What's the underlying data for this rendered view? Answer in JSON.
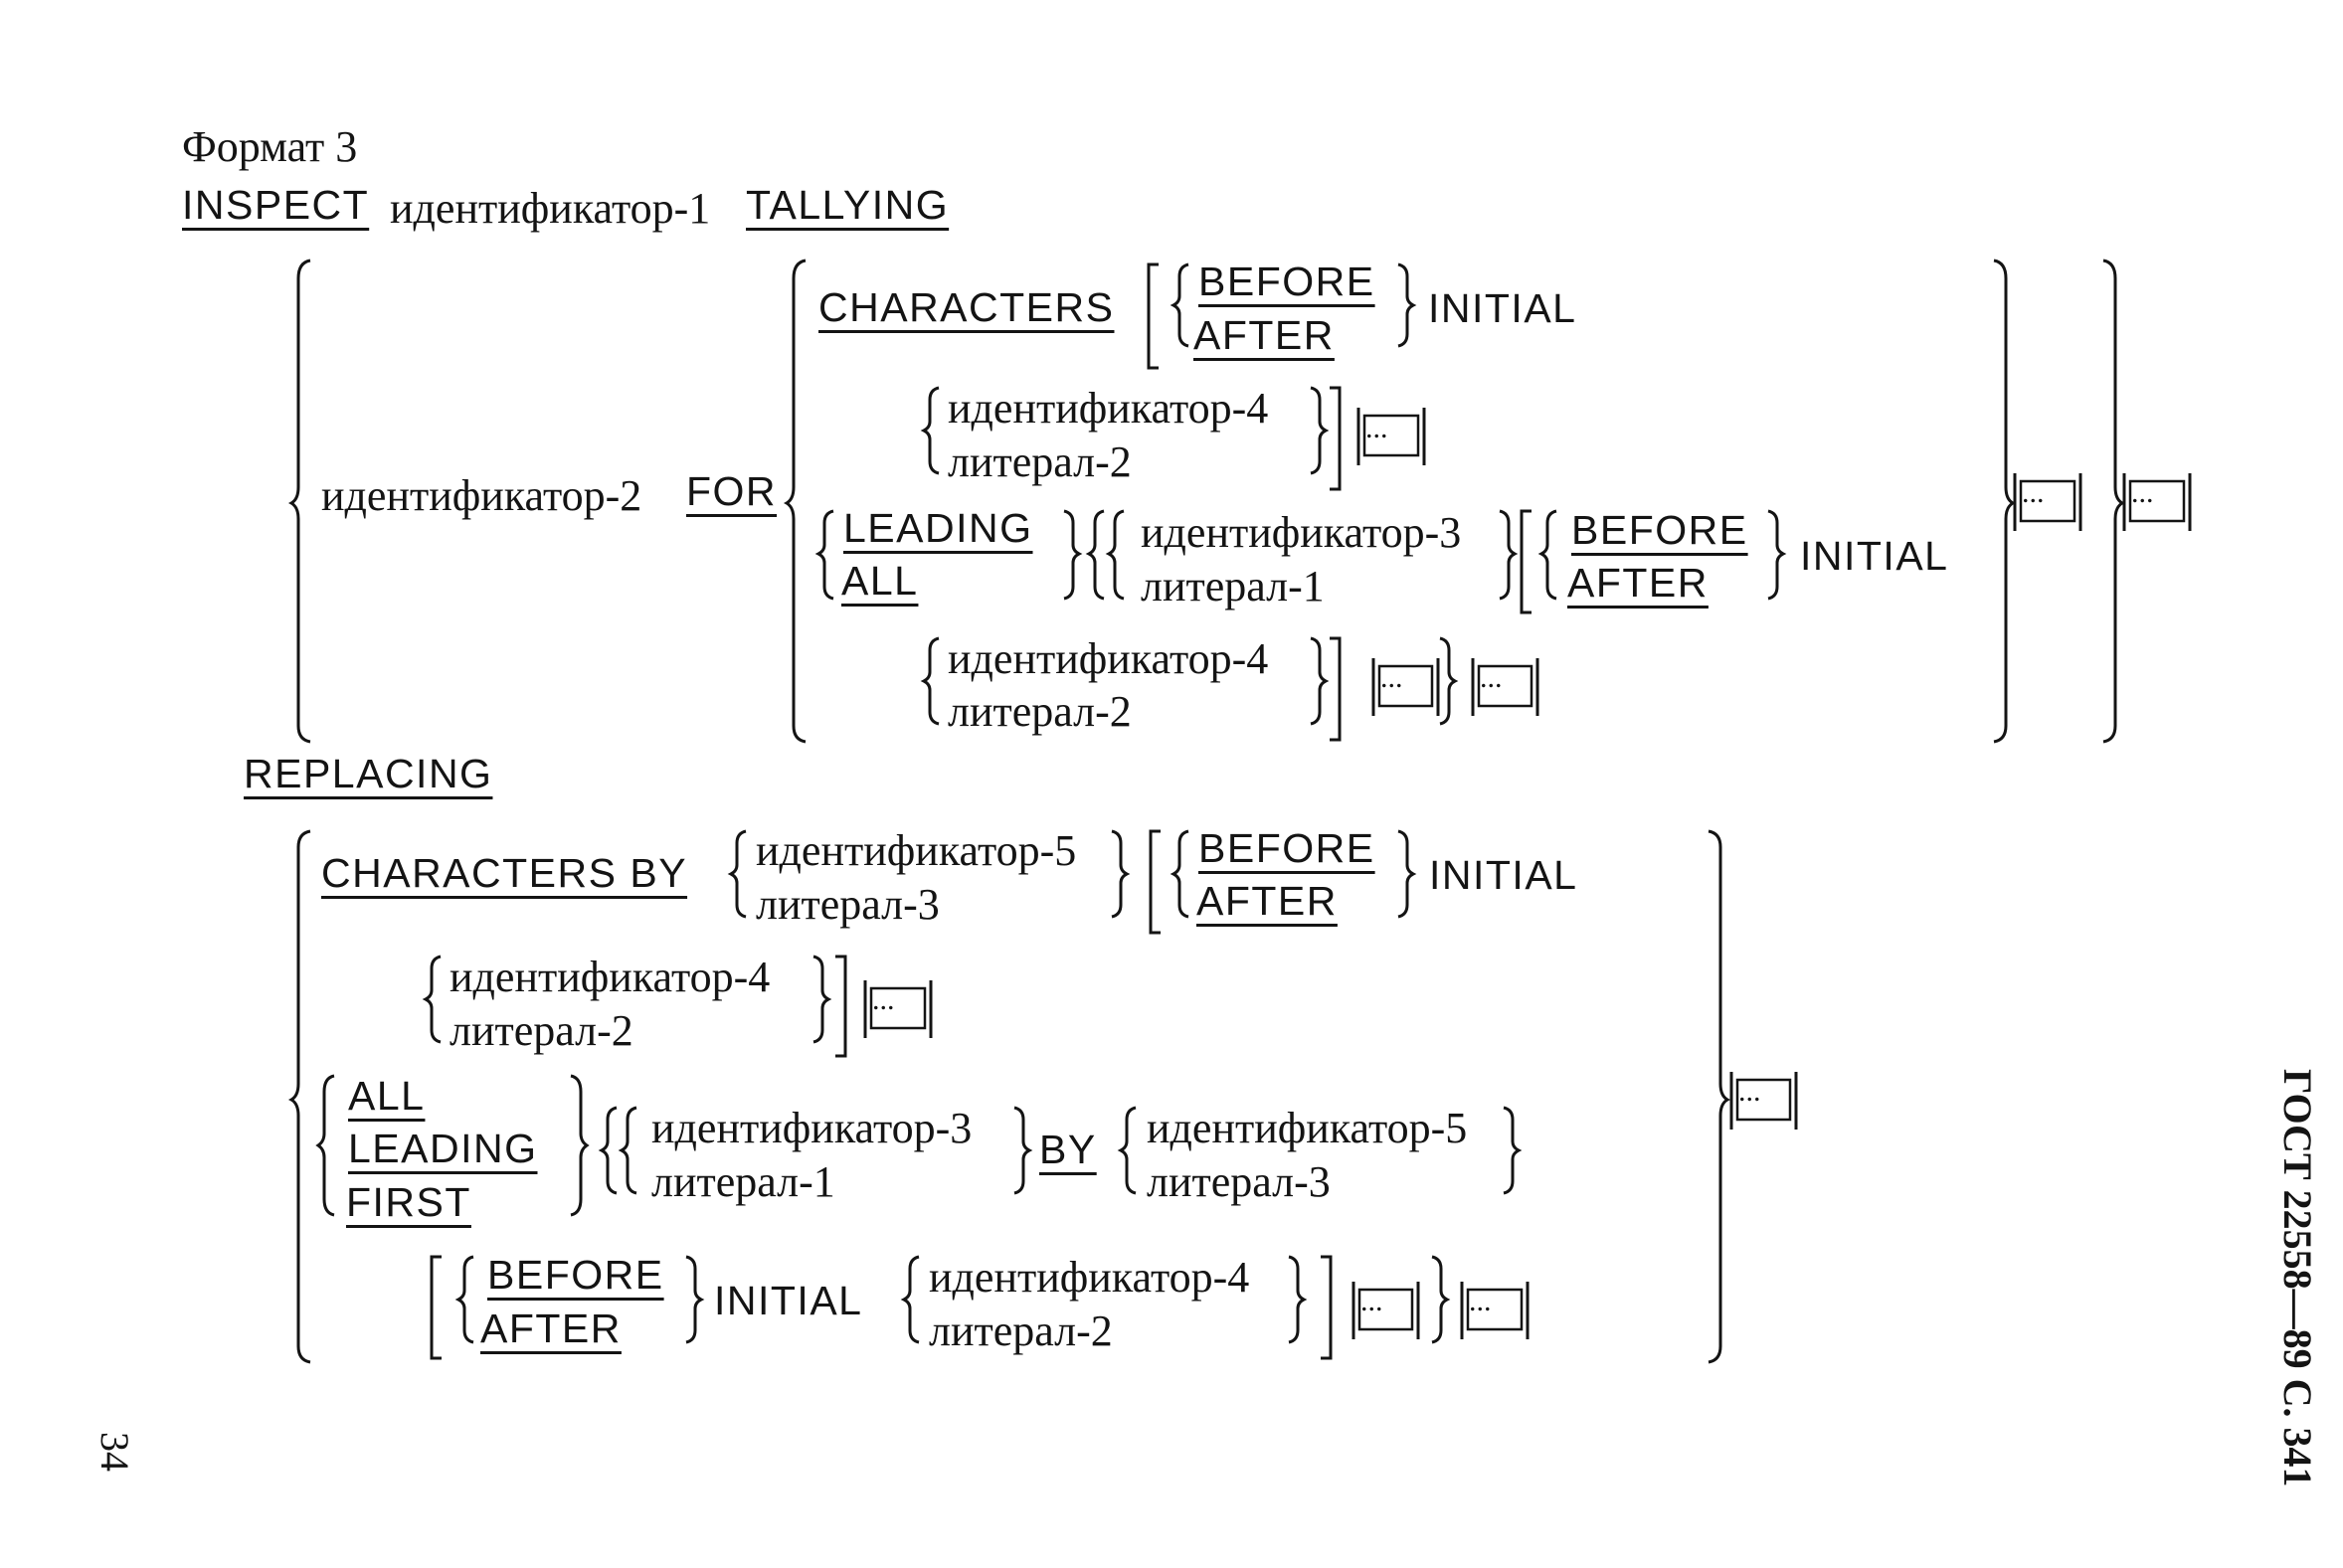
{
  "format_title": "Формат 3",
  "kw": {
    "inspect": "INSPECT",
    "tallying": "TALLYING",
    "for": "FOR",
    "characters": "CHARACTERS",
    "before": "BEFORE",
    "after": "AFTER",
    "initial": "INITIAL",
    "leading": "LEADING",
    "all": "ALL",
    "replacing": "REPLACING",
    "characters_by": "CHARACTERS BY",
    "first": "FIRST",
    "by": "BY"
  },
  "ids": {
    "id1": "идентификатор-1",
    "id2": "идентификатор-2",
    "id3": "идентификатор-3",
    "id4": "идентификатор-4",
    "id5": "идентификатор-5"
  },
  "lits": {
    "lit1": "литерал-1",
    "lit2": "литерал-2",
    "lit3": "литерал-3"
  },
  "ellipsis": "...",
  "side_header": "ГОСТ 22558—89 С. 341",
  "page_number": "34"
}
